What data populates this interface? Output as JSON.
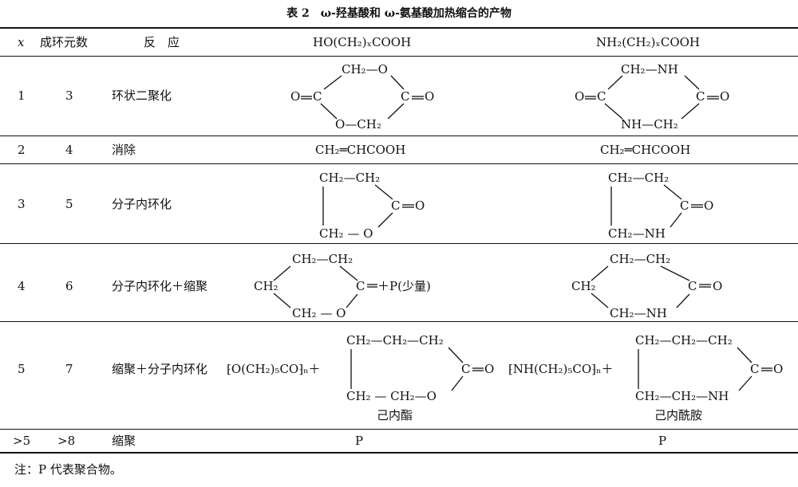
{
  "caption": "表 2　ω-羟基酸和 ω-氨基酸加热缩合的产物",
  "header": {
    "x": "x",
    "ring_count": "成环元数",
    "reaction": "反　应",
    "hydroxy_acid": "HO(CH₂)ₓCOOH",
    "amino_acid": "NH₂(CH₂)ₓCOOH"
  },
  "rows": [
    {
      "x": "1",
      "ring": "3",
      "reaction": "环状二聚化"
    },
    {
      "x": "2",
      "ring": "4",
      "reaction": "消除",
      "hydroxy_product": "CH₂═CHCOOH",
      "amino_product": "CH₂═CHCOOH"
    },
    {
      "x": "3",
      "ring": "5",
      "reaction": "分子内环化"
    },
    {
      "x": "4",
      "ring": "6",
      "reaction": "分子内环化＋缩聚",
      "hydroxy_suffix": "＋P(少量)"
    },
    {
      "x": "5",
      "ring": "7",
      "reaction": "缩聚＋分子内环化",
      "hydroxy_polymer": "⁅O(CH₂)₅CO⁆ₙ＋",
      "amino_polymer": "⁅NH(CH₂)₅CO⁆ₙ＋",
      "hydroxy_name": "己内酯",
      "amino_name": "己内酰胺"
    },
    {
      "x": ">5",
      "ring": ">8",
      "reaction": "缩聚",
      "hydroxy_product": "P",
      "amino_product": "P"
    }
  ],
  "structures": {
    "ch2": "CH₂",
    "o": "O",
    "nh": "NH",
    "c": "C",
    "ch2_o": "CH₂—O",
    "o_ch2": "O—CH₂",
    "ch2_nh": "CH₂—NH",
    "nh_ch2": "NH—CH₂",
    "ch2_ch2": "CH₂—CH₂",
    "ch2_ch2_ch2": "CH₂—CH₂—CH₂",
    "ch2_dash_o": "CH₂ — O",
    "ch2_dash_ch2o": "CH₂ — CH₂—O",
    "ch2_ch2_nh": "CH₂—CH₂—NH"
  },
  "footnote": "注：P 代表聚合物。"
}
